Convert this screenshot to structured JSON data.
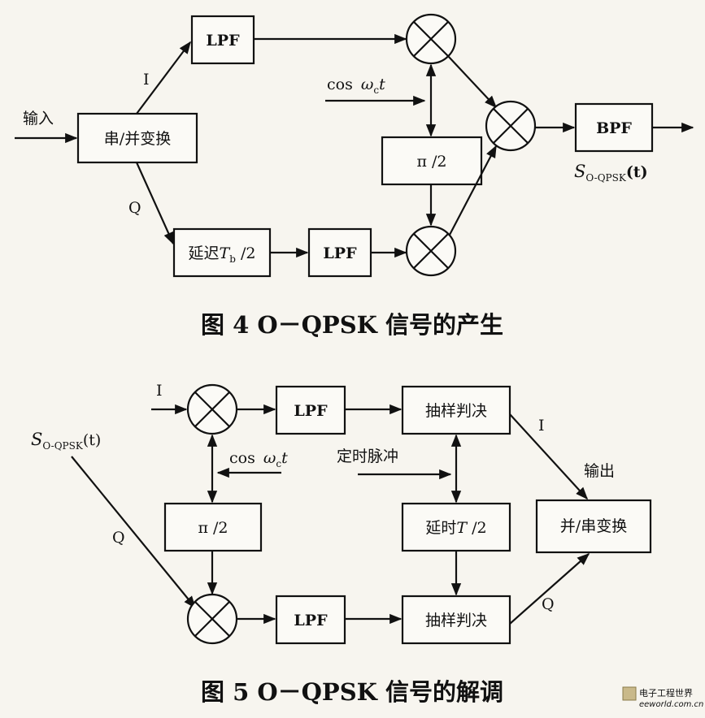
{
  "figure4": {
    "input_label": "输入",
    "sp_converter": "串/并变换",
    "i_label": "I",
    "q_label": "Q",
    "lpf_i": "LPF",
    "carrier_cos": "cos",
    "carrier_omega": "ω",
    "carrier_sub": "c",
    "carrier_t": "t",
    "phase_shift": "π /2",
    "delay_prefix": "延迟",
    "delay_T": "T",
    "delay_sub": "b",
    "delay_suffix": " /2",
    "lpf_q": "LPF",
    "bpf": "BPF",
    "output_S": "S",
    "output_sub": "O-QPSK",
    "output_t": "(t)",
    "caption": "图 4  O－QPSK 信号的产生"
  },
  "figure5": {
    "input_S": "S",
    "input_sub": "O-QPSK",
    "input_t": "(t)",
    "i_label": "I",
    "q_label": "Q",
    "lpf_top": "LPF",
    "lpf_bottom": "LPF",
    "sampler_top": "抽样判决",
    "sampler_bottom": "抽样判决",
    "carrier_cos": "cos",
    "carrier_omega": "ω",
    "carrier_sub": "c",
    "carrier_t": "t",
    "phase_shift": "π /2",
    "timing_pulse": "定时脉冲",
    "delay_prefix": "延时",
    "delay_T": "T",
    "delay_suffix": " /2",
    "i_out_label": "I",
    "q_out_label": "Q",
    "output_label": "输出",
    "ps_converter": "并/串变换",
    "caption": "图 5  O－QPSK 信号的解调"
  },
  "watermark": {
    "title": "电子工程世界",
    "url": "eeworld.com.cn"
  }
}
